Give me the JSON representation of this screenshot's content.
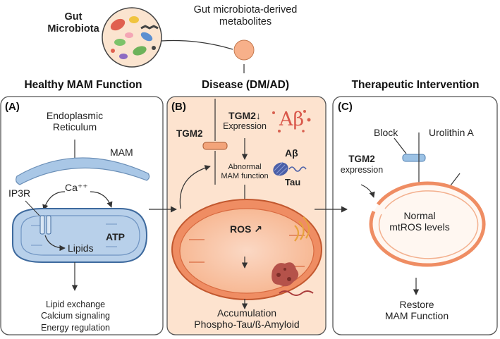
{
  "top": {
    "microbiota_label_line1": "Gut",
    "microbiota_label_line2": "Microbiota",
    "metabolites_label_line1": "Gut microbiota-derived",
    "metabolites_label_line2": "metabolites"
  },
  "headers": {
    "healthy": "Healthy MAM Function",
    "disease": "Disease (DM/AD)",
    "therapeutic": "Therapeutic Intervention"
  },
  "panel_a": {
    "letter": "(A)",
    "er_line1": "Endoplasmic",
    "er_line2": "Reticulum",
    "mam": "MAM",
    "ca": "Ca⁺⁺",
    "ip3r": "IP3R",
    "lipids": "Lipids",
    "atp": "ATP",
    "out_line1": "Lipid exchange",
    "out_line2": "Calcium signaling",
    "out_line3": "Energy regulation"
  },
  "panel_b": {
    "letter": "(B)",
    "tgm2": "TGM2",
    "tgm2_expr_line1": "TGM2↓",
    "tgm2_expr_line2": "Expression",
    "abeta_big": "Aβ",
    "abeta_small": "Aβ",
    "tau": "Tau",
    "abnormal_line1": "Abnormal",
    "abnormal_line2": "MAM function",
    "ros": "ROS",
    "ros_arrow": "↗",
    "accum_line1": "Accumulation",
    "accum_line2": "Phospho-Tau/ß-Amyloid"
  },
  "panel_c": {
    "letter": "(C)",
    "block": "Block",
    "urolithin": "Urolithin A",
    "tgm2": "TGM2",
    "expression": "expression",
    "normal_line1": "Normal",
    "normal_line2": "mtROS levels",
    "restore_line1": "Restore",
    "restore_line2": "MAM Function"
  },
  "colors": {
    "panel_border": "#555555",
    "disease_fill": "#fde3cf",
    "er_blue": "#a9c7e6",
    "mito_blue": "#b8d0ea",
    "mito_orange": "#f4a47a",
    "mito_orange_inner": "#fbd3bd",
    "tgm2_bar": "#f3a47a",
    "block_bar": "#9cc2e5"
  }
}
